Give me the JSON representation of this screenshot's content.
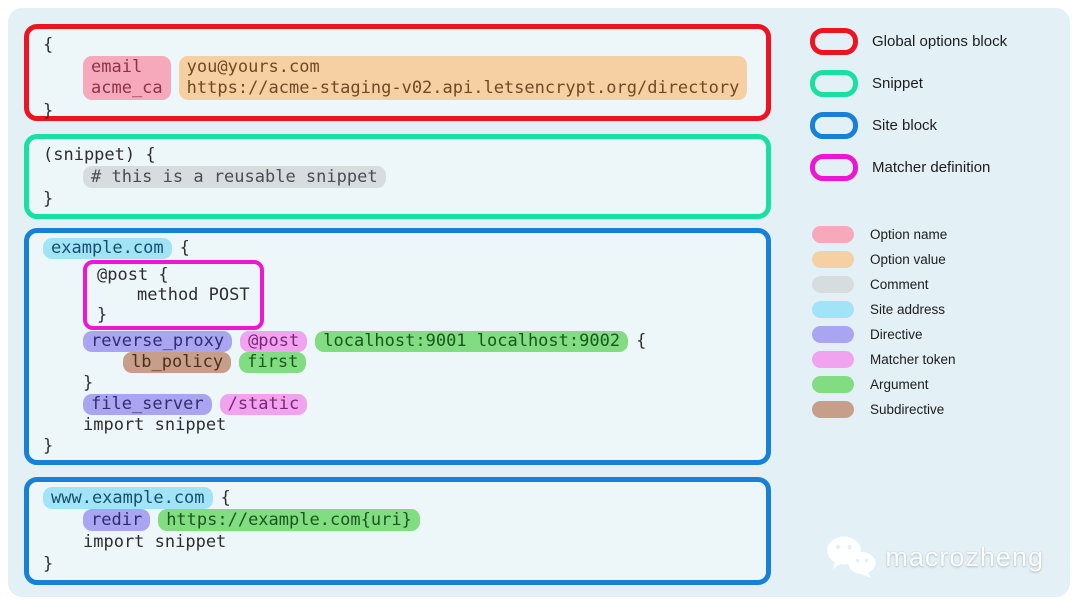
{
  "colors": {
    "panel_bg": "#e3f1f7",
    "block_bg": "#edf6f9",
    "code_text": "#2e2e2e",
    "global": "#ee1322",
    "snippet": "#19e0a2",
    "site": "#1980d8",
    "matcher": "#ee16d6",
    "option_name": "#f6a9ba",
    "option_name_text": "#8c3347",
    "option_value": "#f6d0a3",
    "option_value_text": "#6e4a23",
    "comment": "#d7dcdf",
    "comment_text": "#474f54",
    "site_address": "#a3e3f8",
    "site_address_text": "#14506b",
    "directive": "#a9a5f0",
    "directive_text": "#2f2d72",
    "matcher_token": "#f1a3ef",
    "matcher_token_text": "#7c2579",
    "argument": "#82dc82",
    "argument_text": "#17591b",
    "subdirective": "#c79e89",
    "subdirective_text": "#4f2d1c"
  },
  "code": {
    "global": {
      "open": "{",
      "close": "}",
      "options": [
        {
          "name": "email",
          "value": "you@yours.com"
        },
        {
          "name": "acme_ca",
          "value": "https://acme-staging-v02.api.letsencrypt.org/directory"
        }
      ]
    },
    "snippet": {
      "header": "(snippet) {",
      "comment": "# this is a reusable snippet",
      "close": "}"
    },
    "site1": {
      "address": "example.com",
      "open_brace": "{",
      "matcher": {
        "header": "@post {",
        "body": "method POST",
        "close": "}"
      },
      "proxy_line": {
        "directive": "reverse_proxy",
        "matcher_token": "@post",
        "arguments": "localhost:9001 localhost:9002",
        "open_brace": "{"
      },
      "lb_line": {
        "subdirective": "lb_policy",
        "argument": "first"
      },
      "inner_close": "}",
      "fs_line": {
        "directive": "file_server",
        "matcher_token": "/static"
      },
      "import_line": "import snippet",
      "close": "}"
    },
    "site2": {
      "address": "www.example.com",
      "open_brace": "{",
      "redir_line": {
        "directive": "redir",
        "argument": "https://example.com{uri}"
      },
      "import_line": "import snippet",
      "close": "}"
    }
  },
  "legend": {
    "block_types": [
      {
        "label": "Global options block"
      },
      {
        "label": "Snippet"
      },
      {
        "label": "Site block"
      },
      {
        "label": "Matcher definition"
      }
    ],
    "token_types": [
      {
        "label": "Option name"
      },
      {
        "label": "Option value"
      },
      {
        "label": "Comment"
      },
      {
        "label": "Site address"
      },
      {
        "label": "Directive"
      },
      {
        "label": "Matcher token"
      },
      {
        "label": "Argument"
      },
      {
        "label": "Subdirective"
      }
    ]
  },
  "watermark": {
    "text": "macrozheng"
  }
}
